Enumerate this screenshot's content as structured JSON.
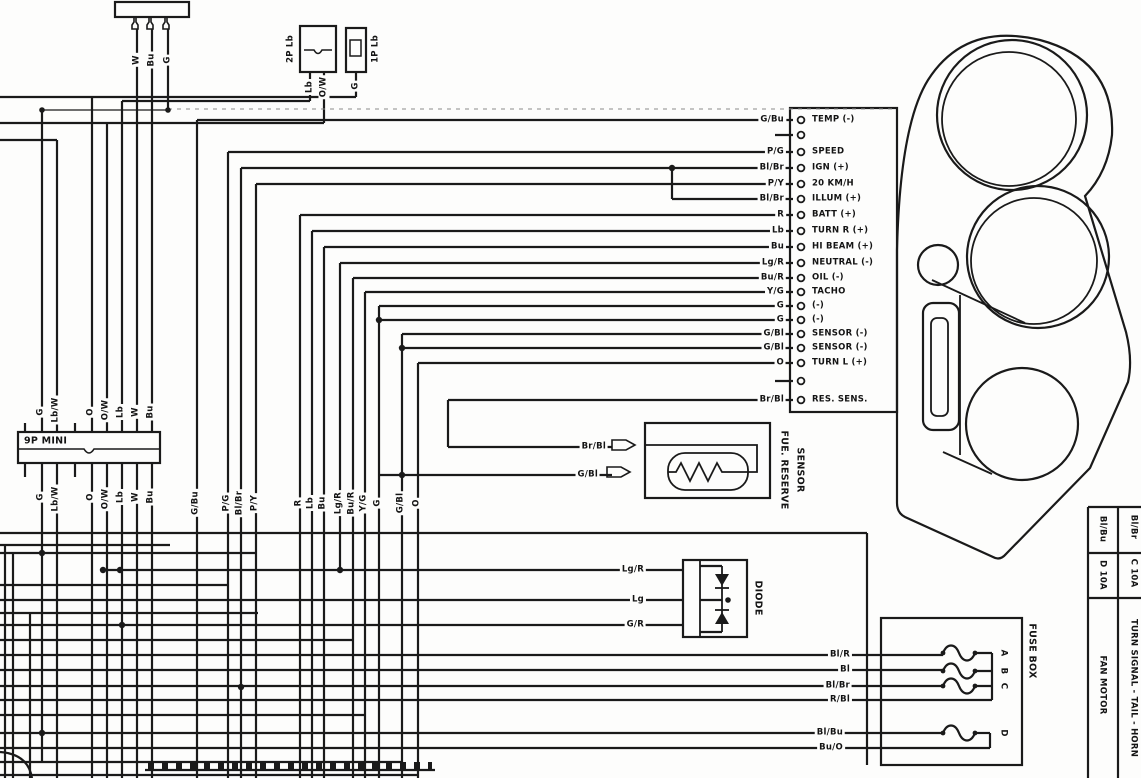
{
  "colors": {
    "ink": "#1a1a1a",
    "paper": "#fdfdfc"
  },
  "top_section": {
    "bar_connector_wires": [
      "W",
      "Bu",
      "G"
    ],
    "connector_2p": {
      "label": "2P Lb",
      "wires": [
        "Lb",
        "O/W"
      ]
    },
    "connector_1p": {
      "label": "1P Lb",
      "wires": [
        "G"
      ]
    }
  },
  "gauge_connector": {
    "pins": [
      {
        "wire": "G/Bu",
        "label": "TEMP (-)"
      },
      {
        "wire": "",
        "label": ""
      },
      {
        "wire": "P/G",
        "label": "SPEED"
      },
      {
        "wire": "Bl/Br",
        "label": "IGN (+)"
      },
      {
        "wire": "P/Y",
        "label": "20 KM/H"
      },
      {
        "wire": "Bl/Br",
        "label": "ILLUM (+)"
      },
      {
        "wire": "R",
        "label": "BATT (+)"
      },
      {
        "wire": "Lb",
        "label": "TURN R (+)"
      },
      {
        "wire": "Bu",
        "label": "HI BEAM (+)"
      },
      {
        "wire": "Lg/R",
        "label": "NEUTRAL (-)"
      },
      {
        "wire": "Bu/R",
        "label": "OIL (-)"
      },
      {
        "wire": "Y/G",
        "label": "TACHO"
      },
      {
        "wire": "G",
        "label": "(-)"
      },
      {
        "wire": "G",
        "label": "(-)"
      },
      {
        "wire": "G/Bl",
        "label": "SENSOR (-)"
      },
      {
        "wire": "G/Bl",
        "label": "SENSOR (-)"
      },
      {
        "wire": "O",
        "label": "TURN L (+)"
      },
      {
        "wire": "",
        "label": ""
      },
      {
        "wire": "Br/Bl",
        "label": "RES. SENS."
      }
    ]
  },
  "nine_p_connector": {
    "label": "9P MINI",
    "top_wires": [
      "G",
      "Lb/W",
      "O",
      "O/W",
      "Lb",
      "W",
      "Bu"
    ],
    "bottom_wires": [
      "G",
      "Lb/W",
      "O",
      "O/W",
      "Lb",
      "W",
      "Bu"
    ]
  },
  "mid_wire_labels": [
    "G/Bu",
    "P/G",
    "Bl/Br",
    "P/Y",
    "R",
    "Lb",
    "Bu",
    "Lg/R",
    "Bu/R",
    "Y/G",
    "G",
    "G/Bl",
    "O"
  ],
  "fuel_sensor": {
    "name_line1": "FUE. RESERVE",
    "name_line2": "SENSOR",
    "wire_top": "Br/Bl",
    "wire_bottom": "G/Bl"
  },
  "diode": {
    "name": "DIODE",
    "wires": [
      "Lg/R",
      "Lg",
      "G/R"
    ]
  },
  "fuse_box": {
    "name": "FUSE BOX",
    "fuse_ids": [
      "A",
      "B",
      "C",
      "D"
    ],
    "wires": [
      "Bl/R",
      "Bl",
      "Bl/Br",
      "R/Bl",
      "Bl/Bu",
      "Bu/O"
    ]
  },
  "fuse_table": {
    "rows": [
      {
        "wire": "Bl/Bu",
        "fuse": "D 10A",
        "circuit": "FAN MOTOR"
      },
      {
        "wire": "Bl/Br",
        "fuse": "C 10A",
        "circuit": "TURN SIGNAL - TAIL - HORN"
      }
    ]
  }
}
